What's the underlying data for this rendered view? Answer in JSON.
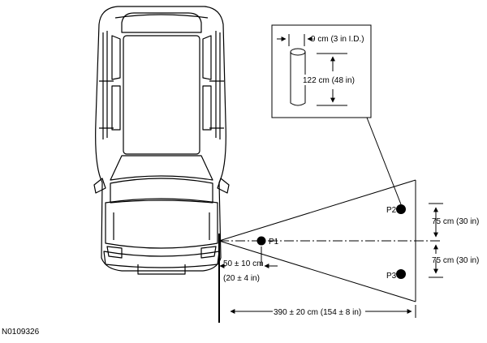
{
  "figure_id": "N0109326",
  "inset": {
    "diameter_label": "9 cm (3 in I.D.)",
    "height_label": "122 cm (48 in)"
  },
  "points": {
    "p1": "P1",
    "p2": "P2",
    "p3": "P3"
  },
  "dimensions": {
    "upper_spacing": "75 cm (30 in)",
    "lower_spacing": "75 cm (30 in)",
    "offset_metric": "50 ± 10 cm",
    "offset_imperial": "(20 ± 4 in)",
    "distance": "390 ± 20 cm (154 ± 8 in)"
  }
}
